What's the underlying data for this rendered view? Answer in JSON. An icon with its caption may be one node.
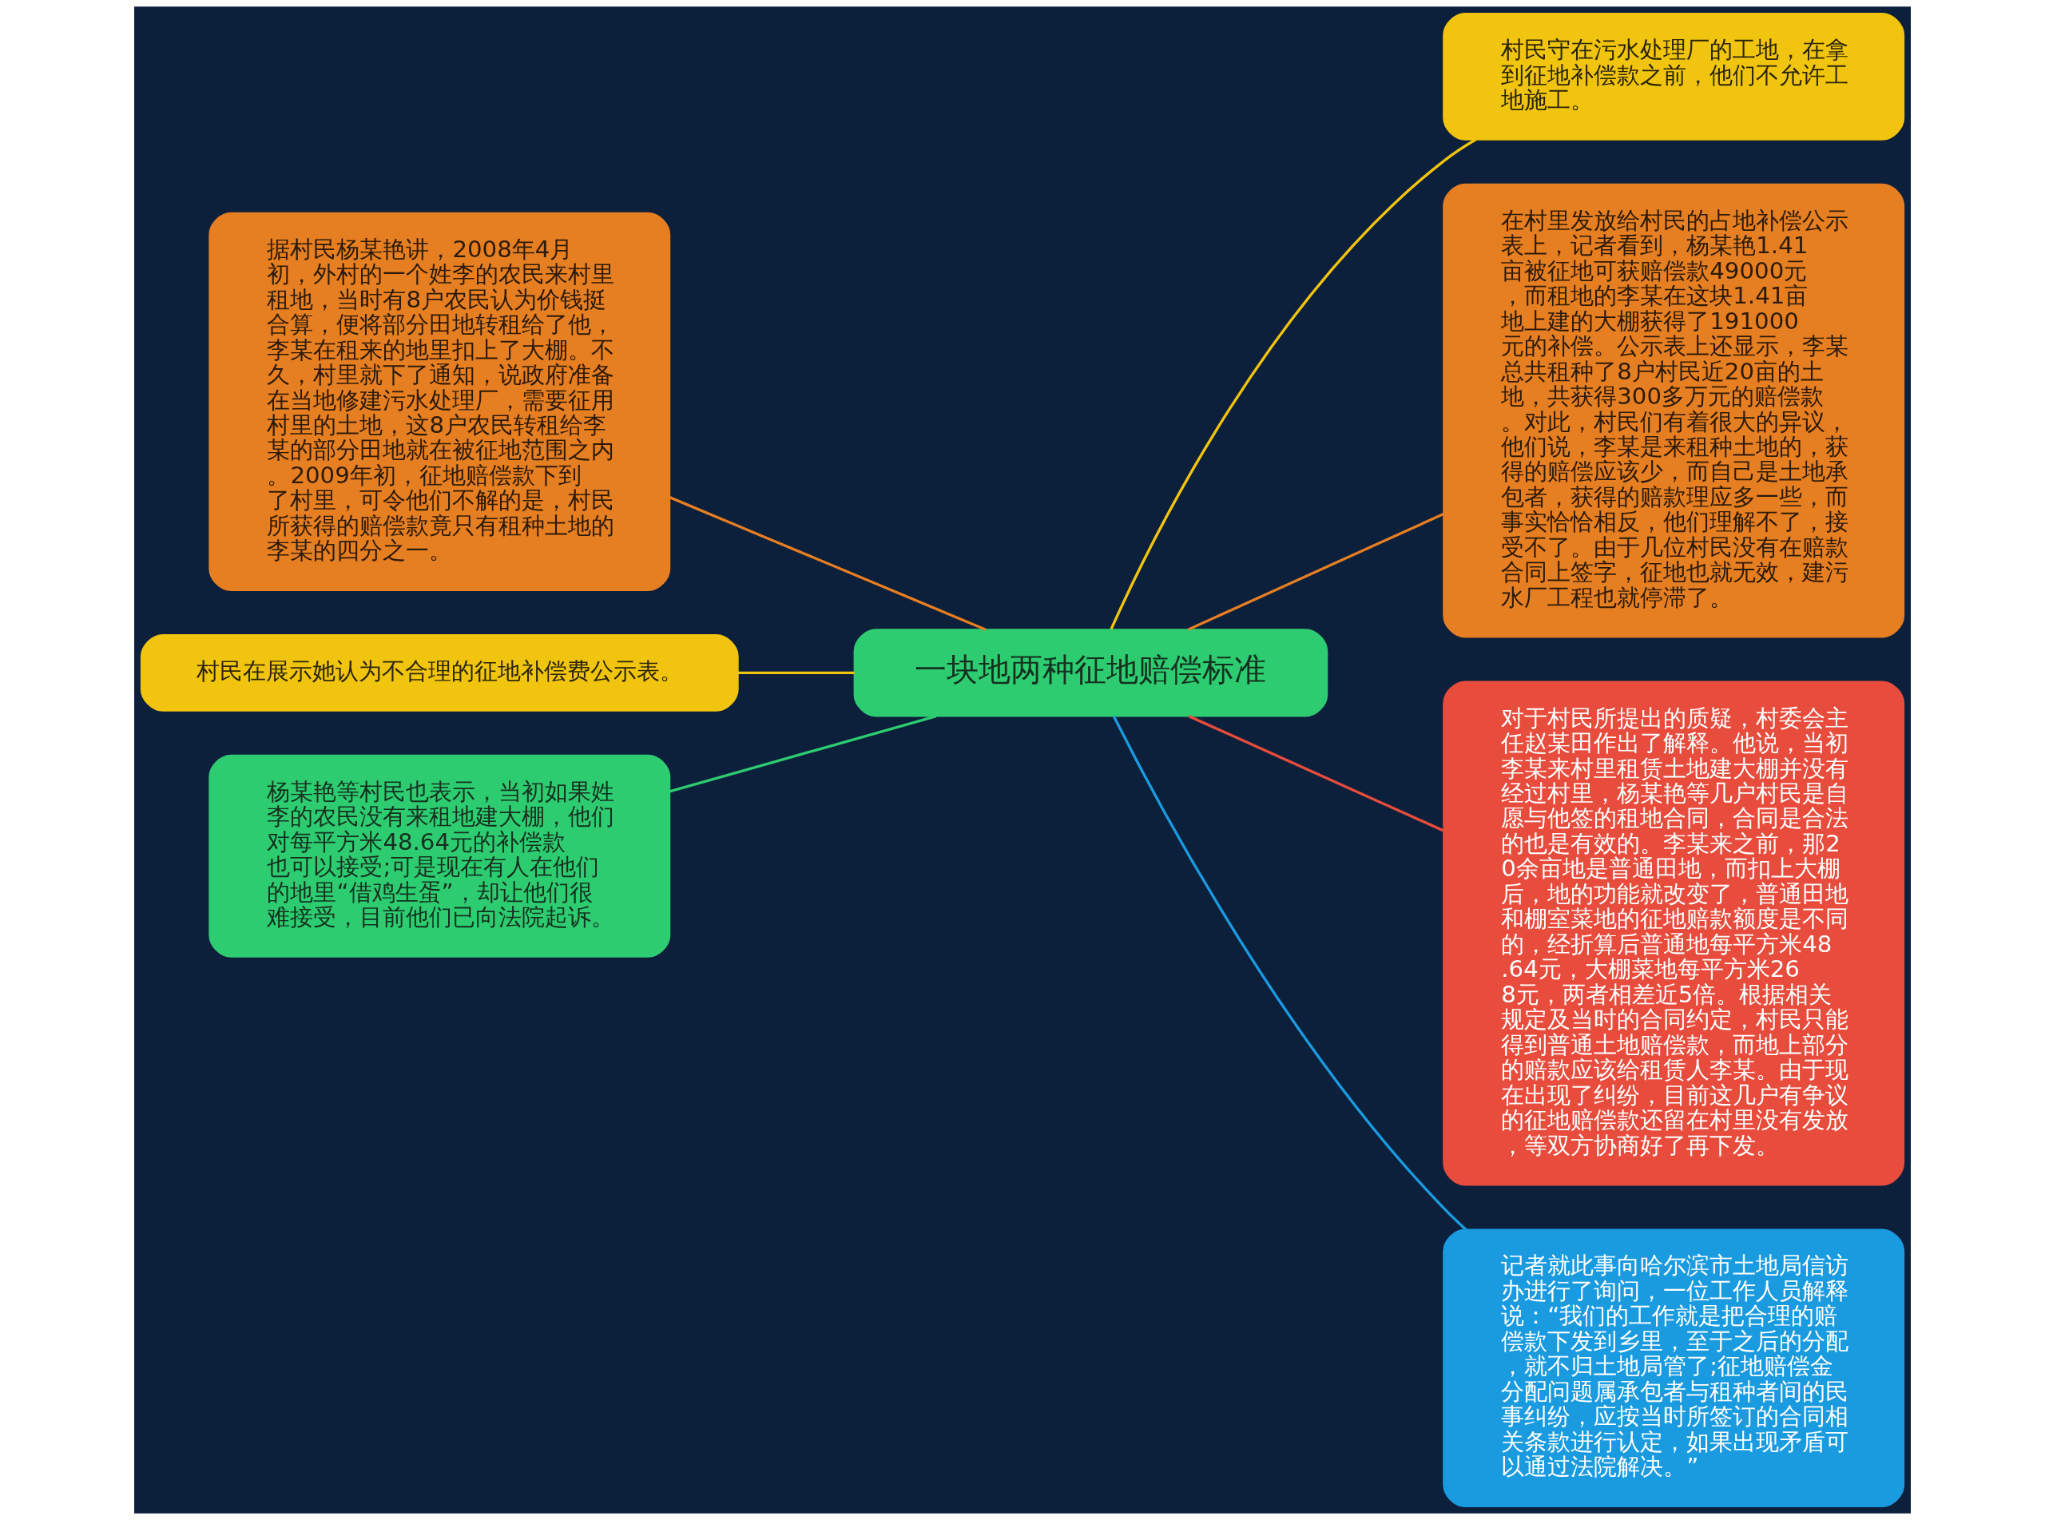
{
  "diagram": {
    "nodes": [
      {
        "text": [
          "一块地两种征地赔偿标准"
        ]
      },
      {
        "text": [
          "据村民杨某艳讲，2008年4月初，外村的一个姓李的农民来村里租地，当时有8户农民认为价钱挺合算，便将部分田地转租给了他，李某在租来的地里扣上了大棚。不久，村里就下了通知，说政府准备在当地修建污水处理厂，需要征用村里的土地，这8户农民转租给李某的部分田地就在被征地范围之内。2009年初，征地赔偿款下到了村里，可令他们不解的是，村民所获得的赔偿款竟只有租种土地的李某的四分之一。"
        ]
      },
      {
        "text": [
          "村民在展示她认为不合理的征地补偿费公示表。"
        ]
      },
      {
        "text": [
          "杨某艳等村民也表示，当初如果姓李的农民没有来租地建大棚，他们对每平方米48.64元的补偿款也可以接受;可是现在有人在他们的地里“借鸡生蛋”，却让他们很难接受，目前他们已向法院起诉。"
        ]
      },
      {
        "text": [
          "村民守在污水处理厂的工地，在拿到征地补偿款之前，他们不允许工地施工。"
        ]
      },
      {
        "text": [
          "在村里发放给村民的占地补偿公示表上，记者看到，杨某艳1.41亩被征地可获赔偿款49000元，而租地的李某在这块1.41亩地上建的大棚获得了191000元的补偿。公示表上还显示，李某总共租种了8户村民近20亩的土地，共获得300多万元的赔偿款。对此，村民们有着很大的异议，他们说，李某是来租种土地的，获得的赔偿应该少，而自己是土地承包者，获得的赔款理应多一些，而事实恰恰相反，他们理解不了，接受不了。由于几位村民没有在赔款合同上签字，征地也就无效，建污水厂工程也就停滞了。"
        ]
      },
      {
        "text": [
          "对于村民所提出的质疑，村委会主任赵某田作出了解释。他说，当初李某来村里租赁土地建大棚并没有经过村里，杨某艳等几户村民是自愿与他签的租地合同，合同是合法的也是有效的。李某来之前，那20余亩地是普通田地，而扣上大棚后，地的功能就改变了，普通田地和棚室菜地的征地赔款额度是不同的，经折算后普通地每平方米48.64元，大棚菜地每平方米268元，两者相差近5倍。根据相关规定及当时的合同约定，村民只能得到普通土地赔偿款，而地上部分的赔款应该给租赁人李某。由于现在出现了纠纷，目前这几户有争议的征地赔偿款还留在村里没有发放，等双方协商好了再下发。"
        ]
      },
      {
        "text": [
          "记者就此事向哈尔滨市土地局信访办进行了询问，一位工作人员解释说：“我们的工作就是把合理的赔偿款下发到乡里，至于之后的分配，就不归土地局管了;征地赔偿金分配问题属承包者与租种者间的民事纠纷，应按当时所签订的合同相关条款进行认定，如果出现矛盾可以通过法院解决。”"
        ]
      }
    ],
    "edges": [
      {
        "from": 1,
        "to": 0,
        "arrow": "none",
        "color": "#e67e22"
      },
      {
        "from": 2,
        "to": 0,
        "arrow": "none",
        "color": "#f1c40f"
      },
      {
        "from": 3,
        "to": 0,
        "arrow": "none",
        "color": "#2ecc71"
      },
      {
        "from": 0,
        "to": 4,
        "arrow": "none",
        "color": "#f1c40f"
      },
      {
        "from": 0,
        "to": 5,
        "arrow": "none",
        "color": "#e67e22"
      },
      {
        "from": 0,
        "to": 6,
        "arrow": "none",
        "color": "#e74c3c"
      },
      {
        "from": 0,
        "to": 7,
        "arrow": "none",
        "color": "#1a9be0"
      }
    ]
  }
}
